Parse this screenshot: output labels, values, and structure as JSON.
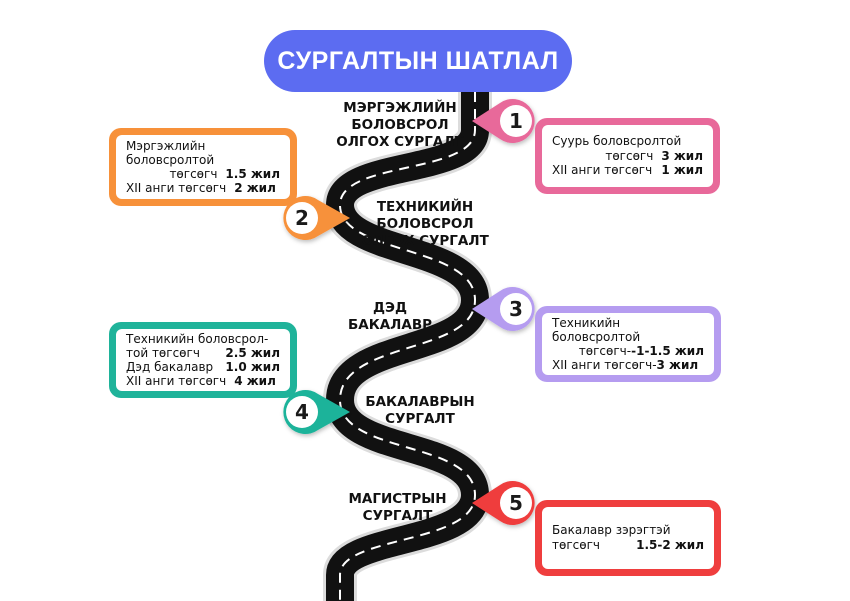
{
  "title": "СУРГАЛТЫН ШАТЛАЛ",
  "colors": {
    "title_bg": "#5c6cf1",
    "road": "#111111",
    "road_edge": "#d9d9d9",
    "pink": "#e8699a",
    "orange": "#f7913a",
    "purple": "#b59cf0",
    "teal": "#1fb39a",
    "red": "#ef3e3e"
  },
  "stages": [
    {
      "number": "1",
      "label": [
        "МЭРГЭЖЛИЙН",
        "БОЛОВСРОЛ",
        "ОЛГОХ СУРГАЛТ"
      ],
      "info": [
        {
          "text": "Суурь боловсролтой",
          "value": ""
        },
        {
          "text": "төгсөгч",
          "value": "3 жил"
        },
        {
          "text": "XII анги төгсөгч",
          "value": "1 жил"
        }
      ]
    },
    {
      "number": "2",
      "label": [
        "ТЕХНИКИЙН",
        "БОЛОВСРОЛ",
        "ОЛГОХ СУРГАЛТ"
      ],
      "info": [
        {
          "text": "Мэргэжлийн",
          "value": ""
        },
        {
          "text": "боловсролтой",
          "value": ""
        },
        {
          "text": "төгсөгч",
          "value": "1.5 жил"
        },
        {
          "text": "XII анги төгсөгч",
          "value": "2 жил"
        }
      ]
    },
    {
      "number": "3",
      "label": [
        "ДЭД",
        "БАКАЛАВР"
      ],
      "info": [
        {
          "text": "Техникийн",
          "value": ""
        },
        {
          "text": "боловсролтой",
          "value": ""
        },
        {
          "text": "төгсөгч-",
          "value": "-1-1.5 жил"
        },
        {
          "text": "XII анги төгсөгч-",
          "value": "3 жил"
        }
      ]
    },
    {
      "number": "4",
      "label": [
        "БАКАЛАВРЫН",
        "СУРГАЛТ"
      ],
      "info": [
        {
          "text": "Техникийн боловсрол-",
          "value": ""
        },
        {
          "text": "той төгсөгч",
          "value": "2.5 жил"
        },
        {
          "text": "Дэд бакалавр",
          "value": "1.0 жил"
        },
        {
          "text": "XII анги төгсөгч",
          "value": "4 жил"
        }
      ]
    },
    {
      "number": "5",
      "label": [
        "МАГИСТРЫН",
        "СУРГАЛТ"
      ],
      "info": [
        {
          "text": "Бакалавр зэрэгтэй",
          "value": ""
        },
        {
          "text": "төгсөгч",
          "value": "1.5-2 жил"
        }
      ]
    }
  ]
}
